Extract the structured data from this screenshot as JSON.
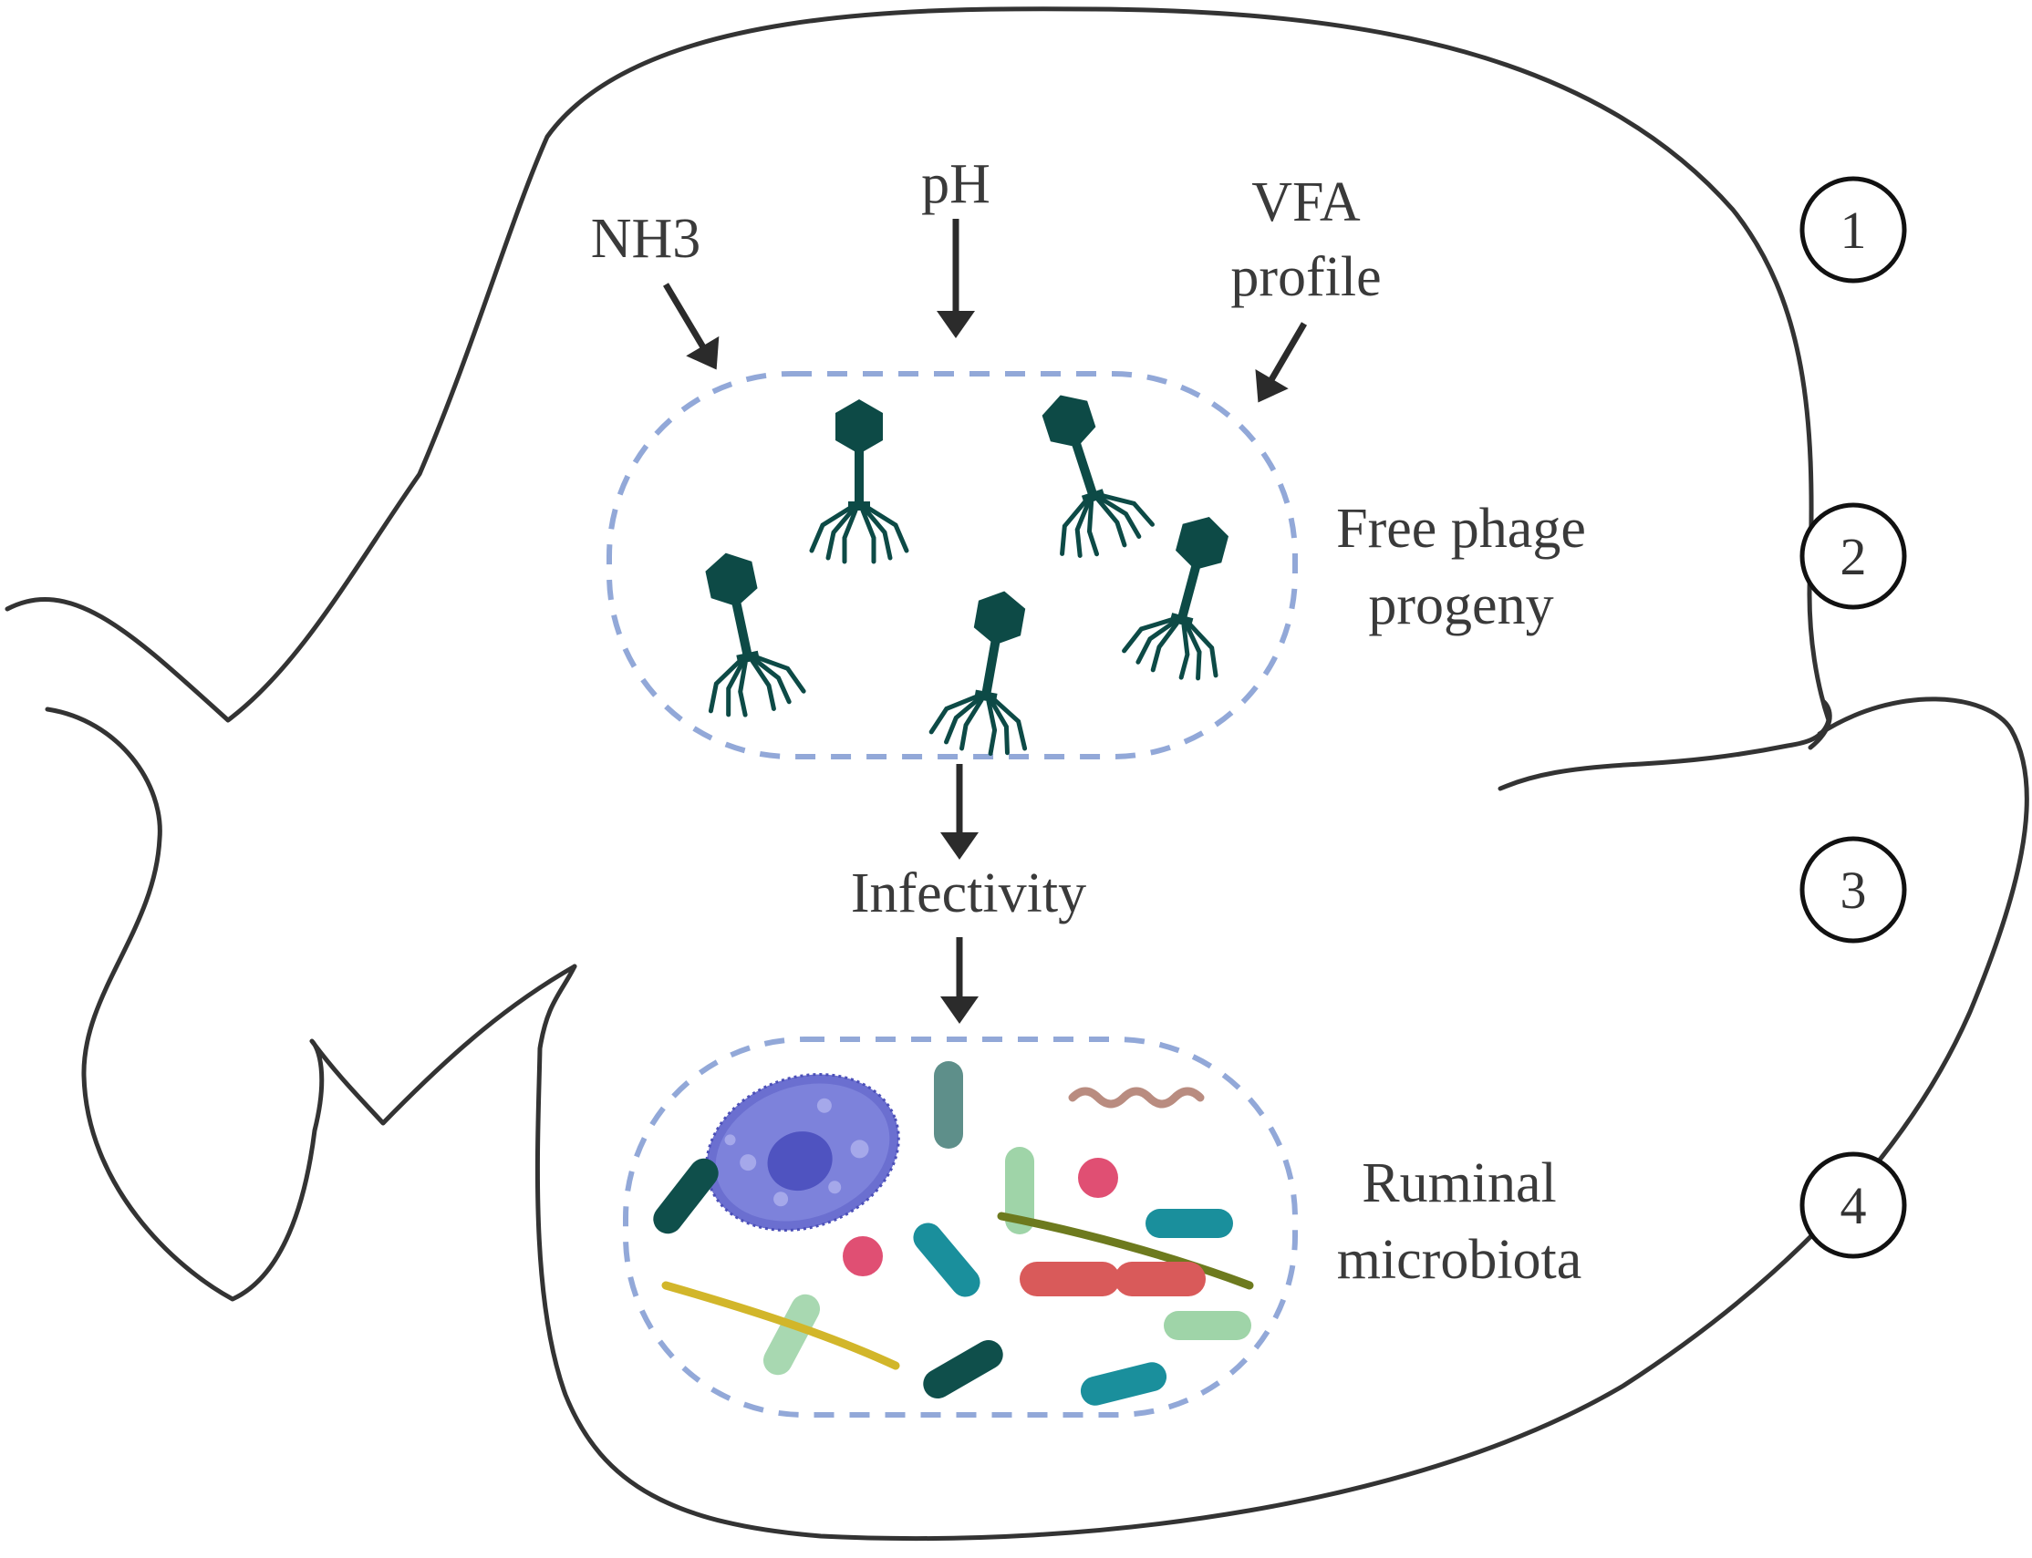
{
  "labels": {
    "nh3": "NH3",
    "ph": "pH",
    "vfa_line1": "VFA",
    "vfa_line2": "profile",
    "phage_line1": "Free phage",
    "phage_line2": "progeny",
    "infectivity": "Infectivity",
    "microbiota_line1": "Ruminal",
    "microbiota_line2": "microbiota"
  },
  "compartments": [
    "1",
    "2",
    "3",
    "4"
  ],
  "colors": {
    "outline": "#333333",
    "arrow": "#2b2b2b",
    "dashed_border": "#92a8d8",
    "phage": "#0d4a46",
    "protozoa": "#6b6fd0",
    "teal_rod": "#1a8f9c",
    "dark_rod": "#0f4f4b",
    "light_green_rod": "#9fd4a8",
    "grey_teal_rod": "#5e8f8a",
    "red_rod": "#d95a5a",
    "pink_coccus": "#e04f73",
    "olive_filament": "#6d7a1e",
    "yellow_filament": "#d2b62a",
    "brown_spirochete": "#b98c80"
  }
}
